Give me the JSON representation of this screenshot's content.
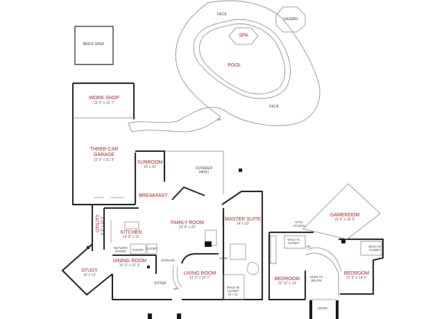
{
  "colors": {
    "wall": "#111111",
    "thin_line": "#7a7a7a",
    "room_label": "#a01818",
    "dimension": "#555555"
  },
  "labels": {
    "deck_top": "DECK",
    "gazebo": "GAZEBO",
    "spa": "SPA",
    "pool": "POOL",
    "deck_right": "DECK",
    "brick_shed": "BRICK SHED",
    "up_pool": "UP",
    "workshop": {
      "name": "WORK SHOP",
      "dim": "23' 6\" x 13' 7\""
    },
    "garage": {
      "name1": "THREE-CAR",
      "name2": "GARAGE",
      "dim": "23' 6\" x 31' 8\""
    },
    "sunroom": {
      "name": "SUNROOM",
      "dim": "10' x 10'"
    },
    "covered_patio": {
      "line1": "COVERED",
      "line2": "PATIO"
    },
    "breakfast": "BREAKFAST",
    "family_room": {
      "name": "FAMILY ROOM",
      "dim": "23' 8\" x 22'"
    },
    "master_suite": {
      "name": "MASTER SUITE",
      "dim": "14' x 20'"
    },
    "utility": {
      "name": "UTILITY",
      "dim": "8' 8\" x 13' 4\""
    },
    "kitchen": {
      "name": "KITCHEN",
      "dim": "14' 8\" x 15'"
    },
    "butlers_pantry": {
      "line1": "BUTLERS",
      "line2": "PANTRY"
    },
    "pantry": "PANTRY",
    "closet": "CLOSET",
    "study": {
      "name": "STUDY",
      "dim": "13' x 13'"
    },
    "dining_room": {
      "name": "DINING ROOM",
      "dim": "10' 3\" x 12' 3\""
    },
    "storage": "STORAGE",
    "foyer": "FOYER",
    "up_foyer": "UP",
    "living_room": {
      "name": "LIVING ROOM",
      "dim": "12' 0\" x 15' 7\""
    },
    "linen": "LINEN",
    "walk_in_master": {
      "line1": "WALK-IN",
      "line2": "CLOSET",
      "dim": "13' x 11'"
    },
    "gameroom": {
      "name": "GAMEROOM",
      "dim": "19' 6\" x 15' 6\""
    },
    "attic_access": {
      "line1": "ATTIC",
      "line2": "ACCESS"
    },
    "walk_in_left": {
      "line1": "WALK-IN",
      "line2": "CLOSET"
    },
    "walk_in_right": {
      "line1": "WALK-IN",
      "line2": "CLOSET"
    },
    "dn": "DN",
    "open_to_below": {
      "line1": "OPEN TO",
      "line2": "BELOW"
    },
    "bedroom_left": {
      "name": "BEDROOM",
      "dim": "12' 11\" x 14'"
    },
    "bedroom_right": {
      "name": "BEDROOM",
      "dim": "12' 6\" x 14' 6\""
    },
    "ledge": "LEDGE"
  }
}
